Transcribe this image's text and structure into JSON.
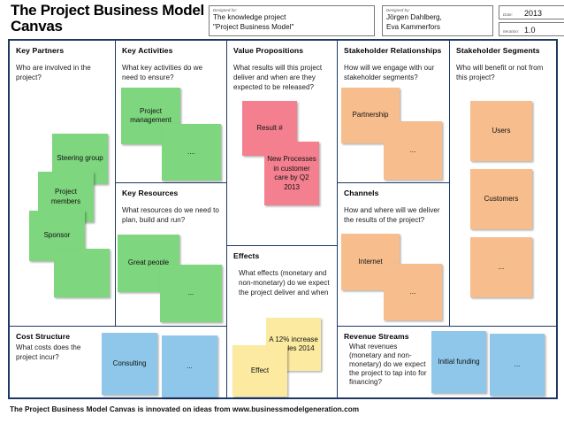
{
  "header": {
    "title": "The Project Business Model Canvas",
    "designed_for": {
      "label": "Designed for:",
      "line1": "The knowledge project",
      "line2": "\"Project Business Model\""
    },
    "designed_by": {
      "label": "Designed by:",
      "line1": "Jörgen Dahlberg,",
      "line2": "Eva Kammerfors"
    },
    "date": {
      "label": "Date:",
      "value": "2013"
    },
    "iteration": {
      "label": "Iteration:",
      "value": "1.0"
    }
  },
  "blocks": {
    "key_partners": {
      "title": "Key Partners",
      "question": "Who are involved in the project?",
      "color": "#7ed67e",
      "notes": [
        "Steering group",
        "Project members",
        "Sponsor",
        ""
      ]
    },
    "key_activities": {
      "title": "Key Activities",
      "question": "What key activities do we need to ensure?",
      "color": "#7ed67e",
      "notes": [
        "Project management",
        "...."
      ]
    },
    "key_resources": {
      "title": "Key Resources",
      "question": "What resources do we need to plan, build and run?",
      "color": "#7ed67e",
      "notes": [
        "Great people",
        "..."
      ]
    },
    "value_propositions": {
      "title": "Value Propositions",
      "question": "What results will this project deliver and when are they expected to be released?",
      "color": "#f4808f",
      "notes": [
        "Result #",
        "New Processes in customer care by Q2 2013"
      ]
    },
    "effects": {
      "title": "Effects",
      "question": "What effects (monetary and non-monetary) do we expect the project deliver and when",
      "color": "#fbeaa0",
      "notes": [
        "A 12% increase in sales 2014",
        "Effect"
      ]
    },
    "stakeholder_relationships": {
      "title": "Stakeholder Relationships",
      "question": "How will we engage with our stakeholder segments?",
      "color": "#f7bd8d",
      "notes": [
        "Partnership",
        "..."
      ]
    },
    "channels": {
      "title": "Channels",
      "question": "How and where will we deliver the results of the project?",
      "color": "#f7bd8d",
      "notes": [
        "Internet",
        "..."
      ]
    },
    "stakeholder_segments": {
      "title": "Stakeholder Segments",
      "question": "Who will benefit or not from this project?",
      "color": "#f7bd8d",
      "notes": [
        "Users",
        "Customers",
        "..."
      ]
    },
    "cost_structure": {
      "title": "Cost Structure",
      "question": "What costs does the project incur?",
      "color": "#8ec7ea",
      "notes": [
        "Consulting",
        "..."
      ]
    },
    "revenue_streams": {
      "title": "Revenue Streams",
      "question": "What revenues (monetary and non-monetary) do we expect the project to tap into for financing?",
      "color": "#8ec7ea",
      "notes": [
        "Initial funding",
        "..."
      ]
    }
  },
  "footer": {
    "text": "The Project Business Model Canvas is innovated on ideas from www.businessmodelgeneration.com"
  },
  "theme": {
    "border": "#1f3864",
    "green": "#7ed67e",
    "pink": "#f4808f",
    "orange": "#f7bd8d",
    "yellow": "#fbeaa0",
    "blue": "#8ec7ea"
  }
}
